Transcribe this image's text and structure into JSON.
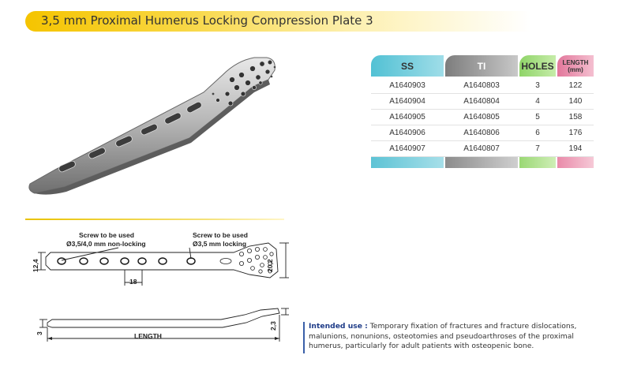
{
  "header": {
    "title": "3,5 mm Proximal Humerus Locking Compression Plate 3"
  },
  "table": {
    "columns": {
      "ss": "SS",
      "ti": "TI",
      "holes": "HOLES",
      "length_top": "LENGTH",
      "length_unit": "(mm)"
    },
    "rows": [
      {
        "ss": "A1640903",
        "ti": "A1640803",
        "holes": "3",
        "length": "122"
      },
      {
        "ss": "A1640904",
        "ti": "A1640804",
        "holes": "4",
        "length": "140"
      },
      {
        "ss": "A1640905",
        "ti": "A1640805",
        "holes": "5",
        "length": "158"
      },
      {
        "ss": "A1640906",
        "ti": "A1640806",
        "holes": "6",
        "length": "176"
      },
      {
        "ss": "A1640907",
        "ti": "A1640807",
        "holes": "7",
        "length": "194"
      }
    ],
    "colors": {
      "ss": "#52c1d4",
      "ti": "#7d7d7d",
      "holes": "#8fd468",
      "length": "#e2779b"
    }
  },
  "drawing": {
    "screw_left_title": "Screw to be used",
    "screw_left_spec": "Ø3,5/4,0 mm non-locking",
    "screw_right_title": "Screw to be used",
    "screw_right_spec": "Ø3,5 mm locking",
    "dim_width": "12,4",
    "dim_spacing": "18",
    "dim_head_width": "20,2",
    "dim_thickness": "3",
    "dim_head_thickness": "2,3",
    "dim_length": "LENGTH"
  },
  "intended_use": {
    "label": "Intended use :",
    "text": " Temporary fixation of fractures and fracture dislocations, malunions, nonunions, osteotomies and pseudoarthroses of the proximal humerus, particularly for adult patients with osteopenic bone."
  },
  "brand": {
    "banner": "#f5c400",
    "accent": "#1f3c88"
  }
}
